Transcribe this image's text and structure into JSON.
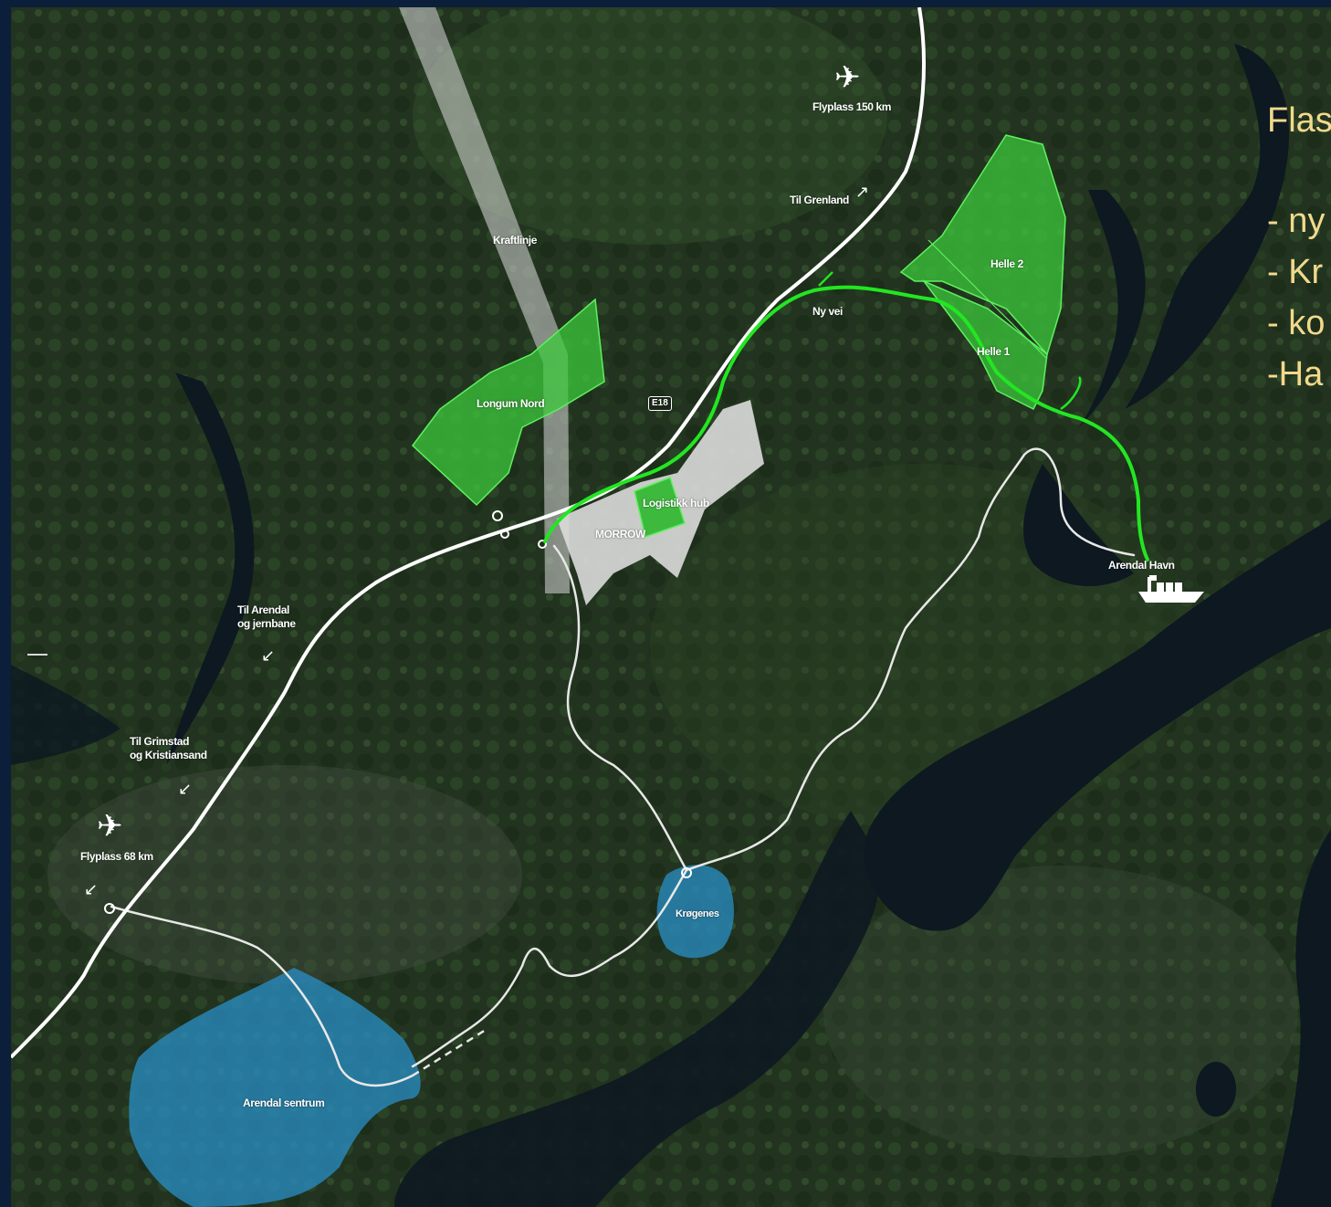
{
  "map": {
    "labels": {
      "airport_north": "Flyplass 150 km",
      "til_grenland": "Til Grenland",
      "kraftlinje": "Kraftlinje",
      "helle2": "Helle 2",
      "helle1": "Helle 1",
      "ny_vei": "Ny vei",
      "longum_nord": "Longum Nord",
      "e18": "E18",
      "logistikk_hub": "Logistikk hub",
      "morrow": "MORROW",
      "arendal_havn": "Arendal Havn",
      "til_arendal_1": "Til Arendal",
      "til_arendal_2": "og jernbane",
      "til_grimstad_1": "Til Grimstad",
      "til_grimstad_2": "og Kristiansand",
      "airport_south": "Flyplass 68 km",
      "krogenes": "Krøgenes",
      "arendal_sentrum": "Arendal sentrum"
    },
    "icons": {
      "plane": "airplane-icon",
      "ship": "ship-icon",
      "arrow_ne": "arrow-northeast-icon",
      "arrow_sw": "arrow-southwest-icon"
    },
    "colors": {
      "green_zone": "#3cc83c",
      "new_road": "#22e622",
      "industrial_zone": "#d4d4d4",
      "urban_zone": "#2a8fc8",
      "main_road": "#ffffff"
    }
  },
  "side_text": {
    "title": "Flas",
    "lines": [
      "- ny",
      "- Kr",
      "- ko",
      "-Ha"
    ]
  }
}
